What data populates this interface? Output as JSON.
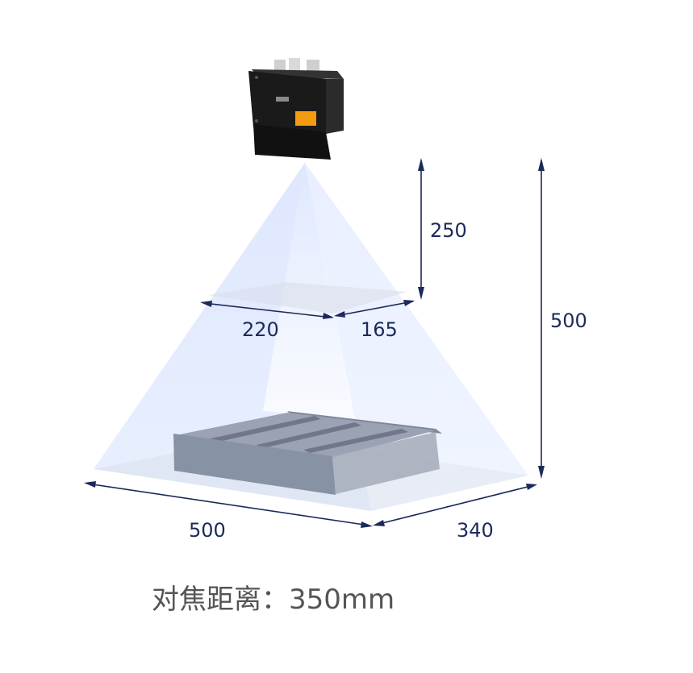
{
  "dimensions": {
    "near_height": "250",
    "near_width": "220",
    "near_depth": "165",
    "far_height": "500",
    "far_width": "500",
    "far_depth": "340"
  },
  "caption": "对焦距离：350mm",
  "colors": {
    "frustum_light": "#dfe8ff",
    "frustum_mid": "#b9ccf7",
    "dimension_line": "#1c2a5a",
    "bin_front": "#8892a5",
    "camera_body": "#1a1a1a",
    "warning_label": "#f39c12"
  }
}
